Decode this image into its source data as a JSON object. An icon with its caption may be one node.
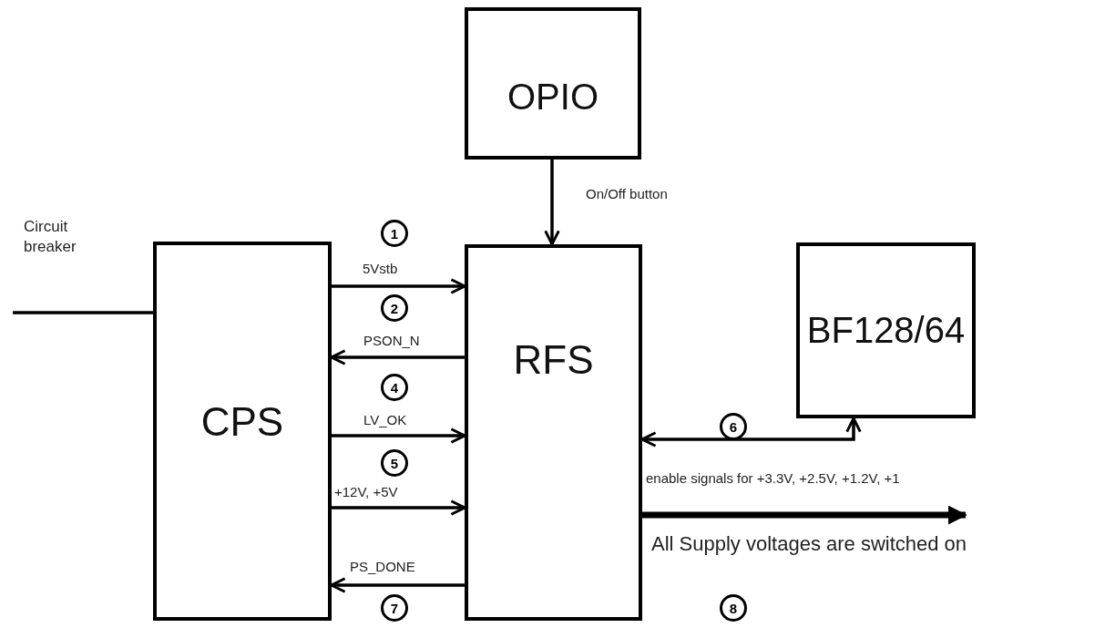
{
  "diagram": {
    "nodes": [
      {
        "text": [
          "OPIO"
        ]
      },
      {
        "text": [
          "CPS"
        ]
      },
      {
        "text": [
          "RFS"
        ]
      },
      {
        "text": [
          "BF128/64"
        ]
      }
    ],
    "edges": [
      {
        "from": 0,
        "to": 2,
        "arrow": "to",
        "label": "On/Off button"
      },
      {
        "from": 1,
        "to": 2,
        "arrow": "to",
        "label": "5Vstb"
      },
      {
        "from": 2,
        "to": 1,
        "arrow": "to",
        "label": "PSON_N"
      },
      {
        "from": 1,
        "to": 2,
        "arrow": "to",
        "label": "LV_OK"
      },
      {
        "from": 1,
        "to": 2,
        "arrow": "to",
        "label": "+12V, +5V"
      },
      {
        "from": 2,
        "to": 1,
        "arrow": "to",
        "label": "PS_DONE"
      },
      {
        "from": 2,
        "to": 3,
        "arrow": "both",
        "label": "enable signals for +3.3V, +2.5V, +1.2V, +1"
      },
      {
        "from": 2,
        "to": null,
        "arrow": "to",
        "label": "All Supply voltages are switched on",
        "style": "thick"
      },
      {
        "from": null,
        "to": 1,
        "arrow": "none"
      }
    ],
    "labels": [
      "Circuit breaker",
      "1",
      "2",
      "4",
      "5",
      "6",
      "7",
      "8"
    ]
  }
}
